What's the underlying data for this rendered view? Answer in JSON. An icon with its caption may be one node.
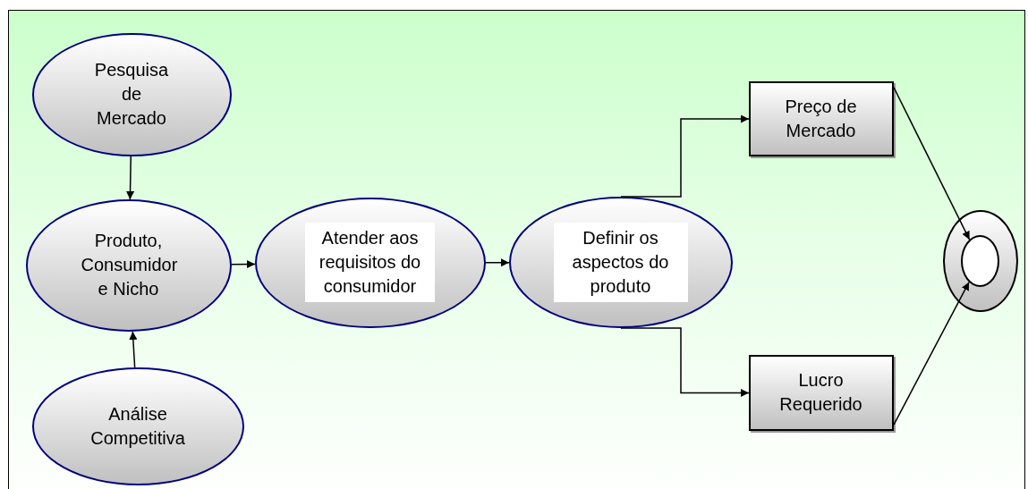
{
  "diagram": {
    "nodes": [
      {
        "text": [
          "Pesquisa de Mercado"
        ]
      },
      {
        "text": [
          "Produto, Consumidor e Nicho"
        ]
      },
      {
        "text": [
          "Análise Competitiva"
        ]
      },
      {
        "text": [
          "Atender aos requisitos do consumidor"
        ]
      },
      {
        "text": [
          "Definir os aspectos do produto"
        ]
      },
      {
        "text": [
          "Preço de Mercado"
        ]
      },
      {
        "text": [
          "Lucro Requerido"
        ]
      },
      {
        "text": [],
        "shape": "circle"
      },
      {
        "text": [],
        "shape": "circle",
        "in": 7
      }
    ],
    "edges": [
      {
        "from": 0,
        "to": 1,
        "arrow": "to"
      },
      {
        "from": 2,
        "to": 1,
        "arrow": "to"
      },
      {
        "from": 1,
        "to": 3,
        "arrow": "to"
      },
      {
        "from": 3,
        "to": 4,
        "arrow": "to"
      },
      {
        "from": 4,
        "to": 5,
        "arrow": "to"
      },
      {
        "from": 4,
        "to": 6,
        "arrow": "to"
      },
      {
        "from": 5,
        "to": 8,
        "arrow": "to"
      },
      {
        "from": 6,
        "to": 8,
        "arrow": "to"
      }
    ]
  }
}
